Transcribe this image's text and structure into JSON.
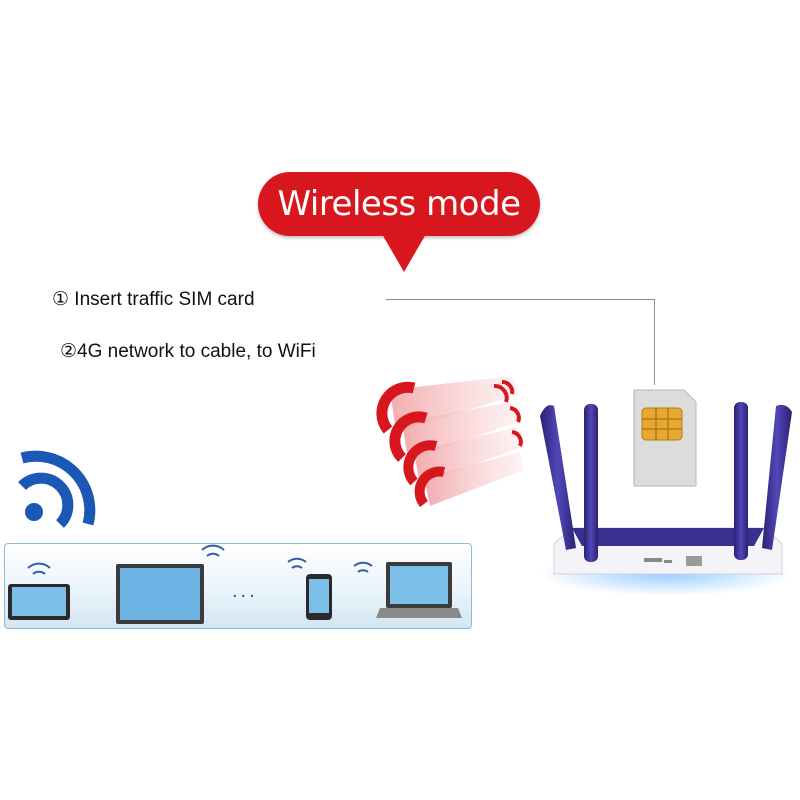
{
  "title": "Wireless mode",
  "steps": [
    "① Insert traffic SIM card",
    "②4G network to cable, to WiFi"
  ],
  "device_strip": {
    "devices": [
      "tablet-icon",
      "monitor-icon",
      "phone-icon",
      "laptop-icon"
    ],
    "ellipsis": "..."
  },
  "colors": {
    "badge_red": "#d8161d",
    "signal_blue": "#1b57b5",
    "router_purple": "#3a2f8f",
    "strip_border": "#8fb9d6"
  }
}
